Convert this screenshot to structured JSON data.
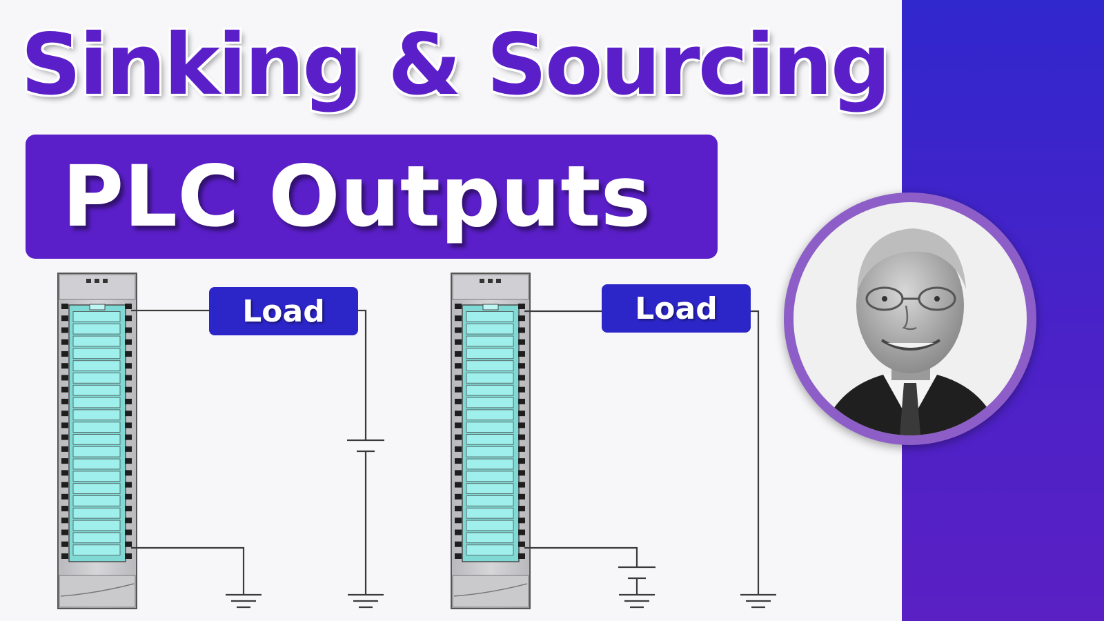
{
  "heading": {
    "title": "Sinking & Sourcing",
    "subtitle": "PLC Outputs"
  },
  "diagram": {
    "sinking_load_label": "Load",
    "sourcing_load_label": "Load"
  },
  "colors": {
    "title_purple": "#5b1fc9",
    "banner_purple": "#5a1fc8",
    "load_blue": "#2c25c8",
    "module_gray": "#c9c9cc",
    "output_cyan": "#9ff0ec",
    "panel_blue": "#3027cc",
    "portrait_ring": "#8d5ec7"
  },
  "icons": {
    "ground": "ground-icon",
    "battery": "battery-icon",
    "portrait": "presenter-portrait"
  }
}
